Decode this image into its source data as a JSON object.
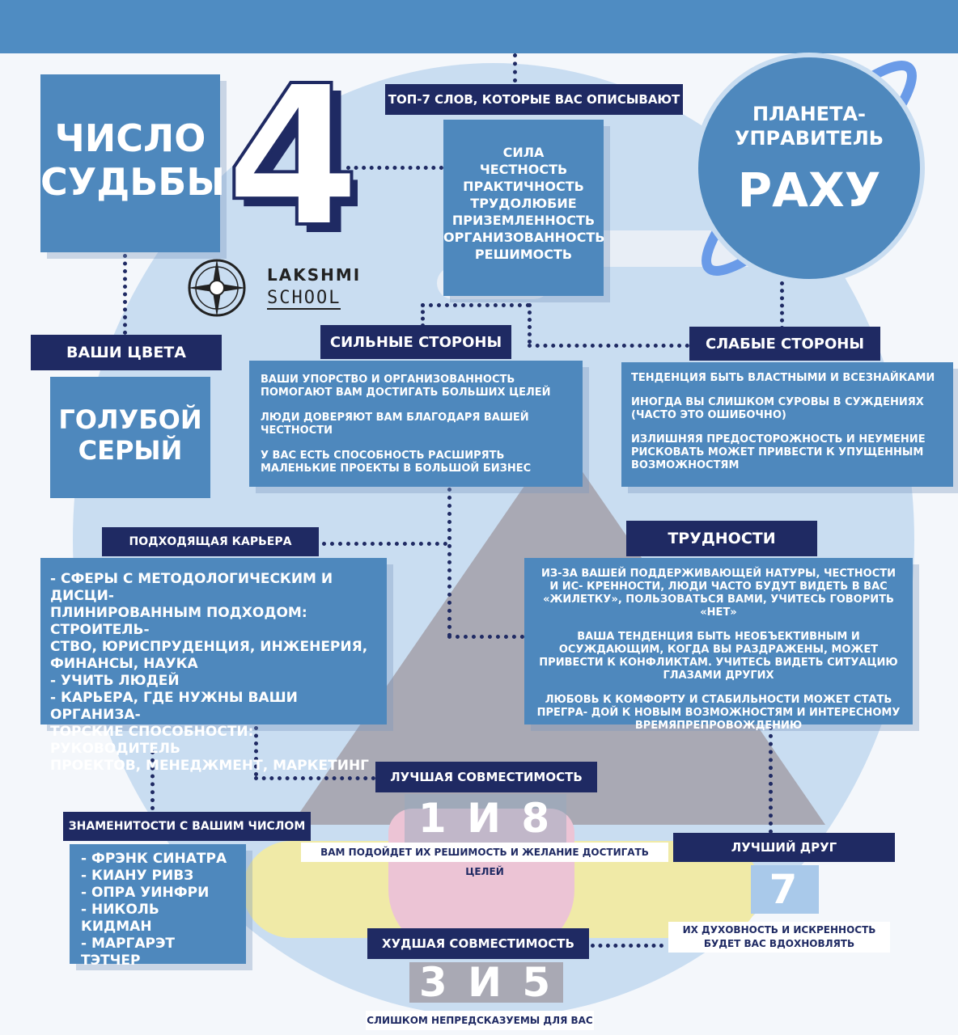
{
  "destiny": {
    "title_line1": "ЧИСЛО",
    "title_line2": "СУДЬБЫ",
    "number": "4"
  },
  "logo": {
    "line1": "LAKSHMI",
    "line2": "SCHOOL"
  },
  "top7": {
    "header": "ТОП-7 СЛОВ, КОТОРЫЕ ВАС ОПИСЫВАЮТ",
    "words": [
      "СИЛА",
      "ЧЕСТНОСТЬ",
      "ПРАКТИЧНОСТЬ",
      "ТРУДОЛЮБИЕ",
      "ПРИЗЕМЛЕННОСТЬ",
      "ОРГАНИЗОВАННОСТЬ",
      "РЕШИМОСТЬ"
    ]
  },
  "planet": {
    "label_line1": "ПЛАНЕТА-",
    "label_line2": "УПРАВИТЕЛЬ",
    "name": "РАХУ"
  },
  "colors": {
    "header": "ВАШИ ЦВЕТА",
    "line1": "ГОЛУБОЙ",
    "line2": "СЕРЫЙ"
  },
  "strengths": {
    "header": "СИЛЬНЫЕ СТОРОНЫ",
    "items": [
      "ВАШИ УПОРСТВО И ОРГАНИЗОВАННОСТЬ ПОМОГАЮТ ВАМ ДОСТИГАТЬ БОЛЬШИХ ЦЕЛЕЙ",
      "ЛЮДИ ДОВЕРЯЮТ ВАМ БЛАГОДАРЯ ВАШЕЙ ЧЕСТНОСТИ",
      "У ВАС ЕСТЬ СПОСОБНОСТЬ РАСШИРЯТЬ МАЛЕНЬКИЕ ПРОЕКТЫ В БОЛЬШОЙ БИЗНЕС"
    ]
  },
  "weaknesses": {
    "header": "СЛАБЫЕ СТОРОНЫ",
    "items": [
      "ТЕНДЕНЦИЯ БЫТЬ ВЛАСТНЫМИ И ВСЕЗНАЙКАМИ",
      "ИНОГДА ВЫ СЛИШКОМ СУРОВЫ В СУЖДЕНИЯХ (ЧАСТО ЭТО ОШИБОЧНО)",
      "ИЗЛИШНЯЯ ПРЕДОСТОРОЖНОСТЬ И НЕУМЕНИЕ РИСКОВАТЬ МОЖЕТ ПРИВЕСТИ К УПУЩЕННЫМ ВОЗМОЖНОСТЯМ"
    ]
  },
  "career": {
    "header": "ПОДХОДЯЩАЯ КАРЬЕРА",
    "lines": [
      "- СФЕРЫ С МЕТОДОЛОГИЧЕСКИМ И ДИСЦИ-",
      "ПЛИНИРОВАННЫМ ПОДХОДОМ: СТРОИТЕЛЬ-",
      "СТВО, ЮРИСПРУДЕНЦИЯ, ИНЖЕНЕРИЯ,",
      "ФИНАНСЫ, НАУКА",
      "- УЧИТЬ ЛЮДЕЙ",
      "- КАРЬЕРА, ГДЕ НУЖНЫ ВАШИ ОРГАНИЗА-",
      "ТОРСКИЕ СПОСОБНОСТИ: РУКОВОДИТЕЛЬ",
      "ПРОЕКТОВ, МЕНЕДЖМЕНТ, МАРКЕТИНГ"
    ]
  },
  "difficulties": {
    "header": "ТРУДНОСТИ",
    "items": [
      "ИЗ-ЗА ВАШЕЙ ПОДДЕРЖИВАЮЩЕЙ НАТУРЫ, ЧЕСТНОСТИ И ИС- КРЕННОСТИ, ЛЮДИ ЧАСТО БУДУТ ВИДЕТЬ В ВАС «ЖИЛЕТКУ», ПОЛЬЗОВАТЬСЯ ВАМИ, УЧИТЕСЬ ГОВОРИТЬ «НЕТ»",
      "ВАША ТЕНДЕНЦИЯ БЫТЬ НЕОБЪЕКТИВНЫМ И ОСУЖДАЮЩИМ, КОГДА ВЫ РАЗДРАЖЕНЫ, МОЖЕТ ПРИВЕСТИ К КОНФЛИКТАМ. УЧИТЕСЬ ВИДЕТЬ СИТУАЦИЮ ГЛАЗАМИ ДРУГИХ",
      "ЛЮБОВЬ К КОМФОРТУ И СТАБИЛЬНОСТИ МОЖЕТ СТАТЬ ПРЕГРА- ДОЙ К НОВЫМ ВОЗМОЖНОСТЯМ И ИНТЕРЕСНОМУ ВРЕМЯПРЕПРОВОЖДЕНИЮ"
    ]
  },
  "best": {
    "header": "ЛУЧШАЯ СОВМЕСТИМОСТЬ",
    "numbers": "1 И 8",
    "caption": "ВАМ ПОДОЙДЕТ ИХ РЕШИМОСТЬ И ЖЕЛАНИЕ ДОСТИГАТЬ ЦЕЛЕЙ"
  },
  "celebrities": {
    "header": "ЗНАМЕНИТОСТИ С ВАШИМ ЧИСЛОМ",
    "items": [
      "- ФРЭНК СИНАТРА",
      "- КИАНУ РИВЗ",
      "- ОПРА УИНФРИ",
      "- НИКОЛЬ КИДМАН",
      "- МАРГАРЭТ ТЭТЧЕР"
    ]
  },
  "friend": {
    "header": "ЛУЧШИЙ ДРУГ",
    "number": "7",
    "caption_line1": "ИХ ДУХОВНОСТЬ И ИСКРЕННОСТЬ",
    "caption_line2": "БУДЕТ ВАС ВДОХНОВЛЯТЬ"
  },
  "worst": {
    "header": "ХУДШАЯ СОВМЕСТИМОСТЬ",
    "numbers": "3 И 5",
    "caption": "СЛИШКОМ НЕПРЕДСКАЗУЕМЫ ДЛЯ ВАС"
  },
  "palette": {
    "blue": "#4e88bd",
    "navy": "#1f2a63",
    "sky": "#c9ddf1",
    "grey": "#a9a9b4"
  }
}
